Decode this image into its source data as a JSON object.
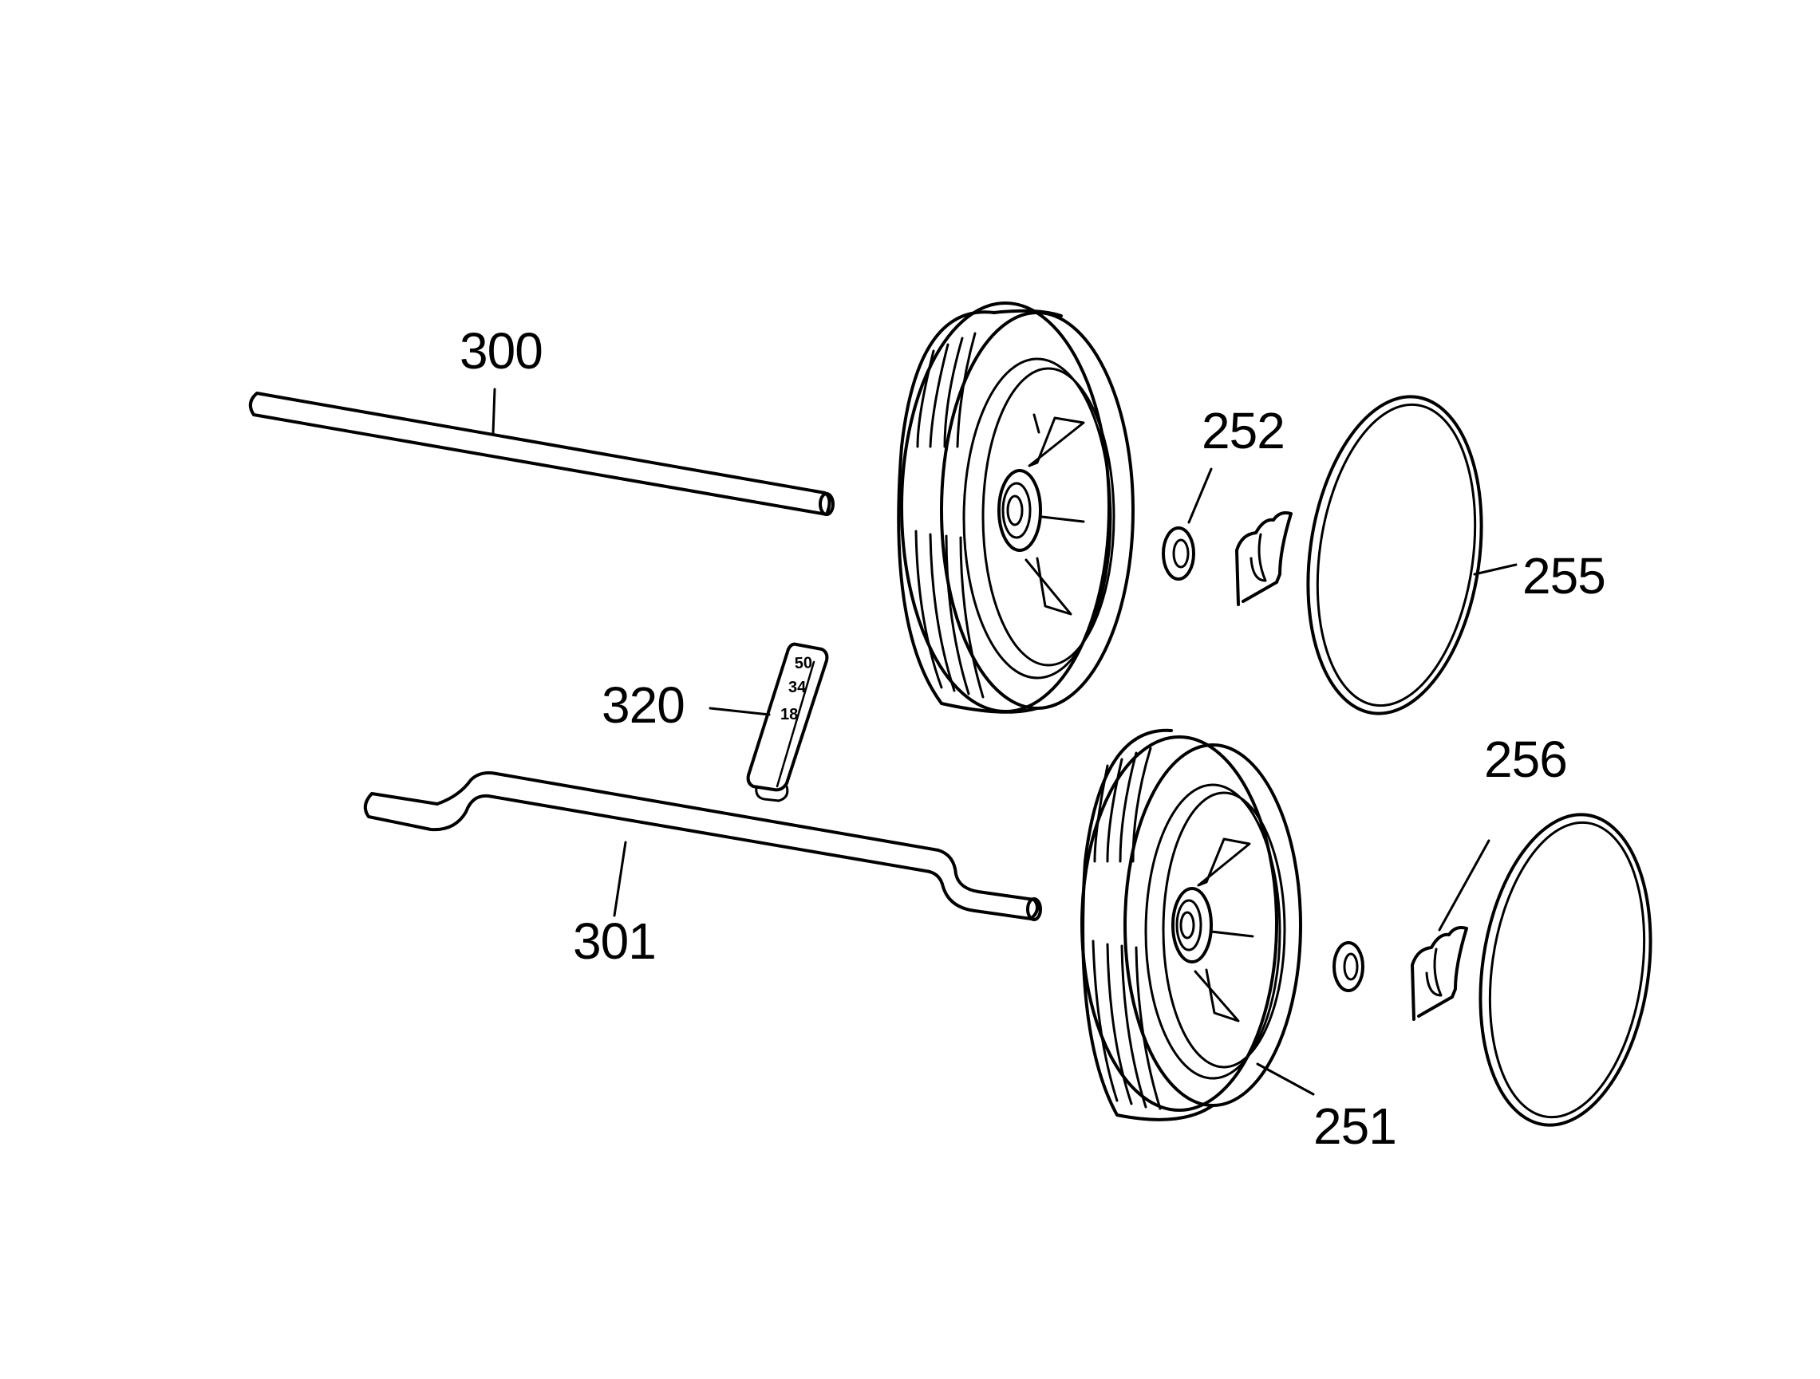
{
  "diagram": {
    "type": "exploded-parts-view",
    "subject": "wheel and axle assembly",
    "parts": [
      {
        "id": "300",
        "label": "300",
        "description": "front axle rod"
      },
      {
        "id": "301",
        "label": "301",
        "description": "rear cranked axle"
      },
      {
        "id": "320",
        "label": "320",
        "description": "height adjustment lever"
      },
      {
        "id": "251",
        "label": "251",
        "description": "wheel"
      },
      {
        "id": "252",
        "label": "252",
        "description": "washer"
      },
      {
        "id": "255",
        "label": "255",
        "description": "hub cap ring"
      },
      {
        "id": "256",
        "label": "256",
        "description": "retaining clip"
      }
    ],
    "height_scale": [
      "50",
      "34",
      "18"
    ]
  }
}
